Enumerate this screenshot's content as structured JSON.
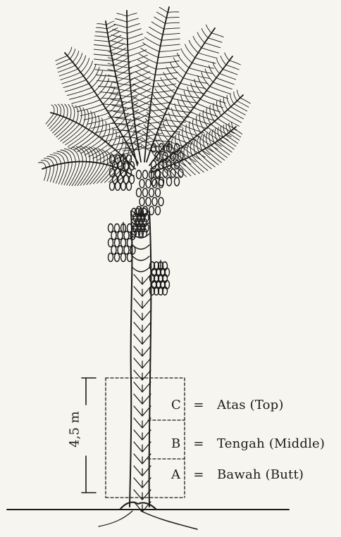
{
  "measurement": {
    "height_label": "4,5 m"
  },
  "sections": [
    {
      "letter": "C",
      "equals": "=",
      "name": "Atas (Top)"
    },
    {
      "letter": "B",
      "equals": "=",
      "name": "Tengah (Middle)"
    },
    {
      "letter": "A",
      "equals": "=",
      "name": "Bawah (Butt)"
    }
  ]
}
